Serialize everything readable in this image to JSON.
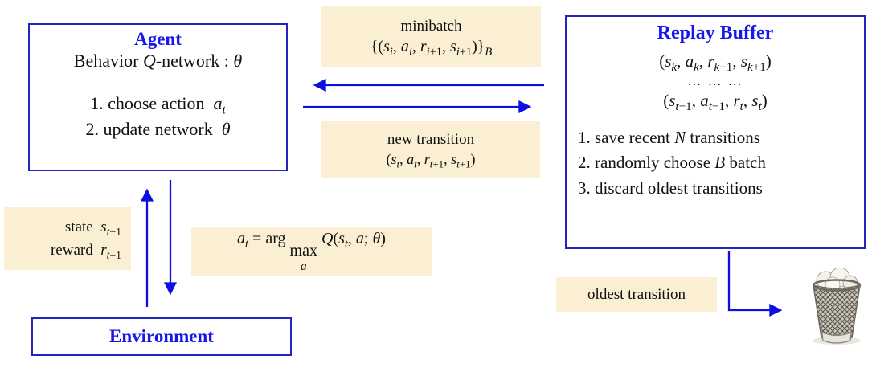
{
  "colors": {
    "accent_blue": "#1717ea",
    "box_border_blue": "#2323c4",
    "arrow_blue": "#0d0de6",
    "highlight_bg": "#faefd2"
  },
  "agent": {
    "title": "Agent",
    "subtitle_html": "Behavior <i>Q</i>-network : <i>θ</i>",
    "steps_html": [
      "1. choose action&nbsp; <i>a<sub>t</sub></i>",
      "2. update network&nbsp; <i>θ</i>"
    ]
  },
  "replay_buffer": {
    "title": "Replay Buffer",
    "entries_html": [
      "(<i>s<sub>k</sub></i>, <i>a<sub>k</sub></i>, <i>r</i><sub><i>k</i>+1</sub>, <i>s</i><sub><i>k</i>+1</sub>)",
      "… … …",
      "(<i>s</i><sub><i>t</i>−1</sub>, <i>a</i><sub><i>t</i>−1</sub>, <i>r<sub>t</sub></i>, <i>s<sub>t</sub></i>)"
    ],
    "steps_html": [
      "1. save recent <i>N</i> transitions",
      "2. randomly choose <i>B</i> batch",
      "3. discard oldest transitions"
    ]
  },
  "environment": {
    "title": "Environment"
  },
  "labels": {
    "minibatch_title": "minibatch",
    "minibatch_formula_html": "{(<i>s<sub>i</sub></i>, <i>a<sub>i</sub></i>, <i>r</i><sub><i>i</i>+1</sub>, <i>s</i><sub><i>i</i>+1</sub>)}<sub><i>B</i></sub>",
    "new_transition_title": "new transition",
    "new_transition_formula_html": "(<i>s<sub>t</sub></i>, <i>a<sub>t</sub></i>, <i>r</i><sub><i>t</i>+1</sub>, <i>s</i><sub><i>t</i>+1</sub>)",
    "state_html": "state&nbsp; <i>s</i><sub><i>t</i>+1</sub>",
    "reward_html": "reward&nbsp; <i>r</i><sub><i>t</i>+1</sub>",
    "action_formula_html": "<i>a<sub>t</sub></i> = arg <span class='stack'>max<span class='under'><i>a</i></span></span> <i>Q</i>(<i>s<sub>t</sub></i>, <i>a</i>; <i>θ</i>)",
    "oldest_transition": "oldest transition"
  },
  "icons": {
    "trash": "trash-icon"
  }
}
